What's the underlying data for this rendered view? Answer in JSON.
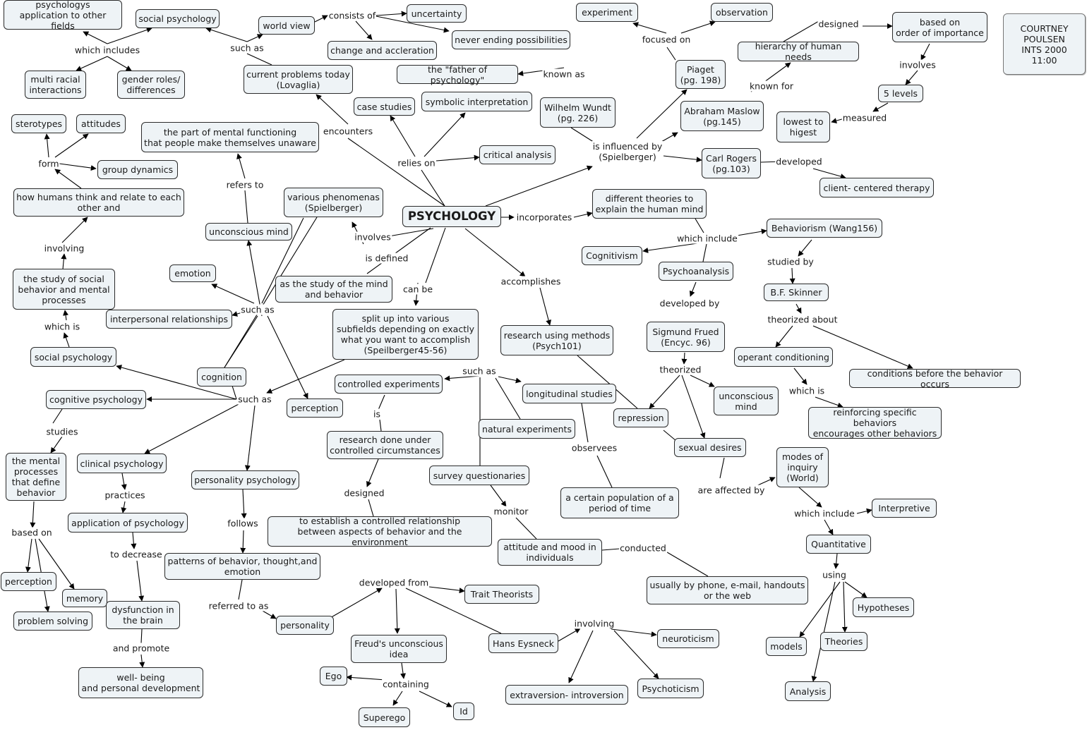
{
  "root": "PSYCHOLOGY",
  "author": "COURTNEY\nPOULSEN\nINTS 2000\n11:00",
  "concepts": {
    "psychologys": "psychologys\napplication to other fields",
    "social_psych_top": "social psychology",
    "world_view": "world view",
    "uncertainty": "uncertainty",
    "never_ending": "never ending possibilities",
    "change": "change and accleration",
    "current_problems": "current problems today\n(Lovaglia)",
    "multi_racial": "multi racial\ninteractions",
    "gender_roles": "gender roles/\ndifferences",
    "experiment": "experiment",
    "observation": "observation",
    "based_on_order": "based on\norder of importance",
    "hierarchy": "hierarchy of human needs",
    "father": "the \"father of psychology\"",
    "piaget": "Piaget\n(pg. 198)",
    "case_studies": "case studies",
    "symbolic": "symbolic interpretation",
    "wundt": "Wilhelm Wundt\n(pg. 226)",
    "maslow": "Abraham Maslow\n(pg.145)",
    "five_levels": "5 levels",
    "lowest": "lowest to\nhigest",
    "sterotypes": "sterotypes",
    "attitudes": "attitudes",
    "mental_functioning": "the part of mental functioning\nthat people make themselves unaware",
    "critical": "critical analysis",
    "rogers": "Carl Rogers\n(pg.103)",
    "group_dynamics": "group dynamics",
    "client_centered": "client- centered therapy",
    "how_humans": "how humans think and relate to each\nother and",
    "various_phen": "various phenomenas\n(Spielberger)",
    "different_theories": "different theories to\nexplain the human mind",
    "unconscious_mind_left": "unconscious mind",
    "behaviorism": "Behaviorism (Wang156)",
    "cognitivism": "Cognitivism",
    "emotion": "emotion",
    "psychoanalysis": "Psychoanalysis",
    "study_social": "the study of social\nbehavior and mental\nprocesses",
    "as_study": "as the study of the mind\nand behavior",
    "skinner": "B.F. Skinner",
    "interpersonal": "interpersonal relationships",
    "split_up": "split up into various\nsubfields depending on exactly\nwhat you want to accomplish\n(Speilberger45-56)",
    "research_methods": "research using methods\n(Psych101)",
    "freud": "Sigmund Frued\n(Encyc. 96)",
    "social_psych": "social psychology",
    "operant": "operant conditioning",
    "cognition": "cognition",
    "controlled_exp": "controlled experiments",
    "conditions": "conditions before the behavior occurs",
    "cognitive_psych": "cognitive psychology",
    "longitudinal": "longitudinal studies",
    "unconscious_mind_right": "unconscious\nmind",
    "perception_mid": "perception",
    "repression": "repression",
    "reinforcing": "reinforcing specific behaviors\nencourages other behaviors",
    "natural_exp": "natural experiments",
    "mental_processes": "the mental\nprocesses\nthat define\nbehavior",
    "clinical": "clinical psychology",
    "research_done": "research done under\ncontrolled circumstances",
    "sexual_desires": "sexual desires",
    "modes": "modes of\ninquiry\n(World)",
    "survey": "survey questionaries",
    "personality_psych": "personality psychology",
    "certain_pop": "a certain population of a\nperiod of time",
    "interpretive": "Interpretive",
    "application": "application of psychology",
    "establish": "to establish a controlled relationship\nbetween aspects of behavior and the environment",
    "quantitative": "Quantitative",
    "attitude_mood": "attitude and mood in\nindividuals",
    "patterns": "patterns of behavior, thought,and\nemotion",
    "perception_left": "perception",
    "memory": "memory",
    "usually": "usually by phone, e-mail, handouts\nor the web",
    "trait": "Trait Theorists",
    "dysfunction": "dysfunction in\nthe brain",
    "hypotheses": "Hypotheses",
    "problem_solving": "problem solving",
    "personality": "personality",
    "hans": "Hans Eysneck",
    "freuds_idea": "Freud's unconscious\nidea",
    "neuroticism": "neuroticism",
    "theories": "Theories",
    "models": "models",
    "well_being": "well- being\nand personal development",
    "ego": "Ego",
    "extraversion": "extraversion- introversion",
    "psychoticism": "Psychoticism",
    "analysis": "Analysis",
    "id": "Id",
    "superego": "Superego"
  },
  "linking_phrases": {
    "which_includes_top": "which includes",
    "such_as_top": "such as",
    "consists_of": "consists of",
    "encounters": "encounters",
    "focused_on": "focused on",
    "designed_top": "designed",
    "involves_right": "involves",
    "known_as": "known as",
    "known_for": "known for",
    "measured": "measured",
    "relies_on": "relies on",
    "is_influenced_by": "is influenced by\n(Spielberger)",
    "developed_rogers": "developed",
    "form": "form",
    "refers_to": "refers to",
    "incorporates": "incorporates",
    "involves_center": "involves",
    "which_include_theories": "which include",
    "involving_left": "involving",
    "is_defined": "is defined",
    "studied_by": "studied by",
    "such_as_phen": "such as",
    "can_be": "can be",
    "accomplishes": "accomplishes",
    "developed_by": "developed by",
    "which_is_social": "which is",
    "theorized_about": "theorized about",
    "theorized": "theorized",
    "such_as_methods": "such as",
    "which_is_operant": "which is",
    "such_as_subfields": "such as",
    "studies": "studies",
    "is_controlled": "is",
    "observees": "observees",
    "practices": "practices",
    "are_affected_by": "are affected by",
    "designed_research": "designed",
    "based_on": "based on",
    "monitor": "monitor",
    "which_include_modes": "which include",
    "follows": "follows",
    "to_decrease": "to decrease",
    "conducted": "conducted",
    "using": "using",
    "developed_from": "developed from",
    "referred_to_as": "referred to as",
    "involving_hans": "involving",
    "and_promote": "and promote",
    "containing": "containing"
  },
  "colors": {
    "node_fill": "#eef3f6",
    "node_border": "#2b2b2b",
    "line": "#000000",
    "background": "#ffffff"
  }
}
